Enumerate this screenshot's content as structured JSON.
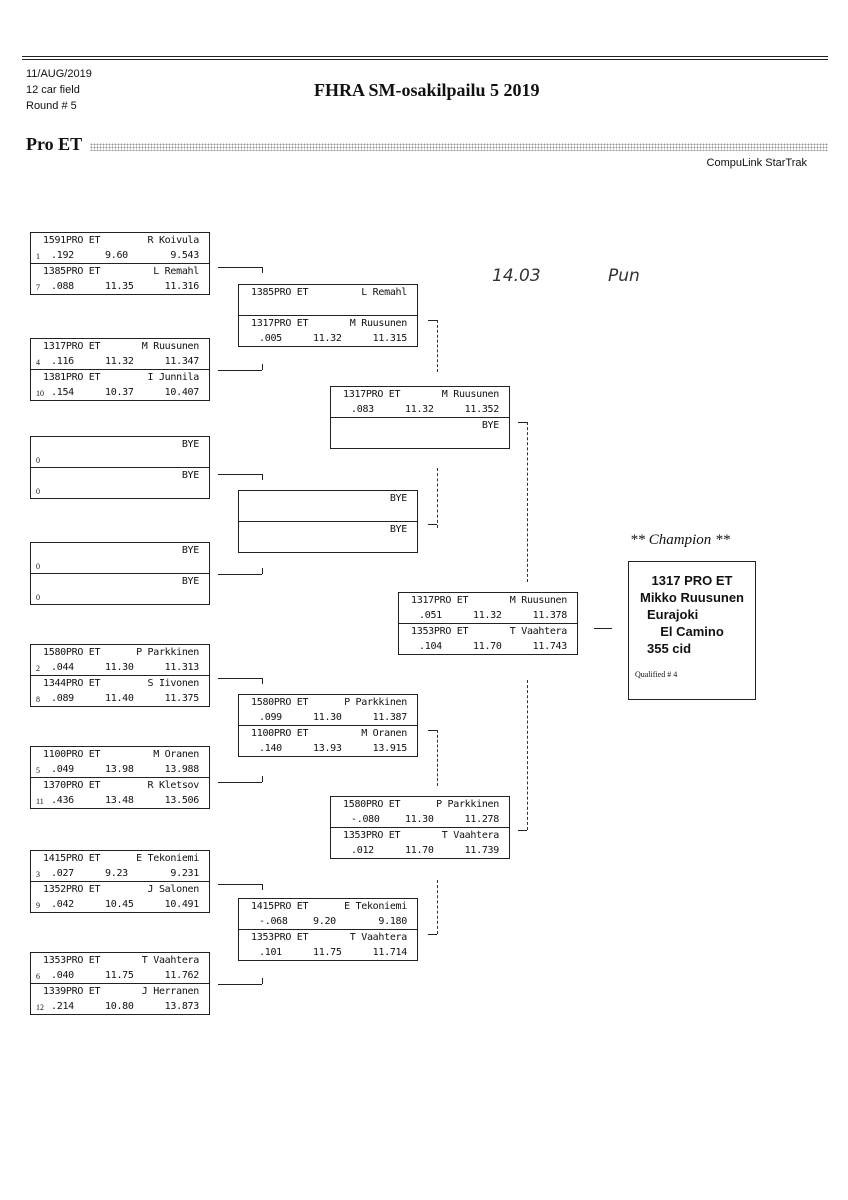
{
  "header": {
    "date": "11/AUG/2019",
    "field": "12 car field",
    "round": "Round # 5",
    "title": "FHRA SM-osakilpailu 5  2019",
    "class_title": "Pro ET",
    "software": "CompuLink StarTrak"
  },
  "handwritten": {
    "time": "14.03",
    "initials": "Pun"
  },
  "round1": [
    {
      "top": {
        "dial": "1591PRO ET",
        "name": "R Koivula",
        "seed": "1",
        "rt": ".192",
        "dial_in": "9.60",
        "et": "9.543"
      },
      "bottom": {
        "dial": "1385PRO ET",
        "name": "L Remahl",
        "seed": "7",
        "rt": ".088",
        "dial_in": "11.35",
        "et": "11.316"
      }
    },
    {
      "top": {
        "dial": "1317PRO ET",
        "name": "M Ruusunen",
        "seed": "4",
        "rt": ".116",
        "dial_in": "11.32",
        "et": "11.347"
      },
      "bottom": {
        "dial": "1381PRO ET",
        "name": "I Junnila",
        "seed": "10",
        "rt": ".154",
        "dial_in": "10.37",
        "et": "10.407"
      }
    },
    {
      "top": {
        "dial": "",
        "name": "BYE",
        "seed": "0",
        "rt": "",
        "dial_in": "",
        "et": ""
      },
      "bottom": {
        "dial": "",
        "name": "BYE",
        "seed": "0",
        "rt": "",
        "dial_in": "",
        "et": ""
      }
    },
    {
      "top": {
        "dial": "",
        "name": "BYE",
        "seed": "0",
        "rt": "",
        "dial_in": "",
        "et": ""
      },
      "bottom": {
        "dial": "",
        "name": "BYE",
        "seed": "0",
        "rt": "",
        "dial_in": "",
        "et": ""
      }
    },
    {
      "top": {
        "dial": "1580PRO ET",
        "name": "P Parkkinen",
        "seed": "2",
        "rt": ".044",
        "dial_in": "11.30",
        "et": "11.313"
      },
      "bottom": {
        "dial": "1344PRO ET",
        "name": "S Iivonen",
        "seed": "8",
        "rt": ".089",
        "dial_in": "11.40",
        "et": "11.375"
      }
    },
    {
      "top": {
        "dial": "1100PRO ET",
        "name": "M Oranen",
        "seed": "5",
        "rt": ".049",
        "dial_in": "13.98",
        "et": "13.988"
      },
      "bottom": {
        "dial": "1370PRO ET",
        "name": "R Kletsov",
        "seed": "11",
        "rt": ".436",
        "dial_in": "13.48",
        "et": "13.506"
      }
    },
    {
      "top": {
        "dial": "1415PRO ET",
        "name": "E Tekoniemi",
        "seed": "3",
        "rt": ".027",
        "dial_in": "9.23",
        "et": "9.231"
      },
      "bottom": {
        "dial": "1352PRO ET",
        "name": "J Salonen",
        "seed": "9",
        "rt": ".042",
        "dial_in": "10.45",
        "et": "10.491"
      }
    },
    {
      "top": {
        "dial": "1353PRO ET",
        "name": "T Vaahtera",
        "seed": "6",
        "rt": ".040",
        "dial_in": "11.75",
        "et": "11.762"
      },
      "bottom": {
        "dial": "1339PRO ET",
        "name": "J Herranen",
        "seed": "12",
        "rt": ".214",
        "dial_in": "10.80",
        "et": "13.873"
      }
    }
  ],
  "round2": [
    {
      "top": {
        "dial": "1385PRO ET",
        "name": "L Remahl",
        "rt": "",
        "dial_in": "",
        "et": ""
      },
      "bottom": {
        "dial": "1317PRO ET",
        "name": "M Ruusunen",
        "rt": ".005",
        "dial_in": "11.32",
        "et": "11.315"
      }
    },
    {
      "top": {
        "dial": "",
        "name": "BYE",
        "rt": "",
        "dial_in": "",
        "et": ""
      },
      "bottom": {
        "dial": "",
        "name": "BYE",
        "rt": "",
        "dial_in": "",
        "et": ""
      }
    },
    {
      "top": {
        "dial": "1580PRO ET",
        "name": "P Parkkinen",
        "rt": ".099",
        "dial_in": "11.30",
        "et": "11.387"
      },
      "bottom": {
        "dial": "1100PRO ET",
        "name": "M Oranen",
        "rt": ".140",
        "dial_in": "13.93",
        "et": "13.915"
      }
    },
    {
      "top": {
        "dial": "1415PRO ET",
        "name": "E Tekoniemi",
        "rt": "-.068",
        "dial_in": "9.20",
        "et": "9.180"
      },
      "bottom": {
        "dial": "1353PRO ET",
        "name": "T Vaahtera",
        "rt": ".101",
        "dial_in": "11.75",
        "et": "11.714"
      }
    }
  ],
  "round3": [
    {
      "top": {
        "dial": "1317PRO ET",
        "name": "M Ruusunen",
        "rt": ".083",
        "dial_in": "11.32",
        "et": "11.352"
      },
      "bottom": {
        "dial": "",
        "name": "BYE",
        "rt": "",
        "dial_in": "",
        "et": ""
      }
    },
    {
      "top": {
        "dial": "1580PRO ET",
        "name": "P Parkkinen",
        "rt": "-.080",
        "dial_in": "11.30",
        "et": "11.278"
      },
      "bottom": {
        "dial": "1353PRO ET",
        "name": "T Vaahtera",
        "rt": ".012",
        "dial_in": "11.70",
        "et": "11.739"
      }
    }
  ],
  "final": {
    "top": {
      "dial": "1317PRO ET",
      "name": "M Ruusunen",
      "rt": ".051",
      "dial_in": "11.32",
      "et": "11.378"
    },
    "bottom": {
      "dial": "1353PRO ET",
      "name": "T Vaahtera",
      "rt": ".104",
      "dial_in": "11.70",
      "et": "11.743"
    }
  },
  "champion": {
    "heading": "** Champion **",
    "dial": "1317 PRO ET",
    "name": "Mikko Ruusunen",
    "town": "Eurajoki",
    "car": "El Camino",
    "engine": "355 cid",
    "qualified": "Qualified # 4"
  }
}
